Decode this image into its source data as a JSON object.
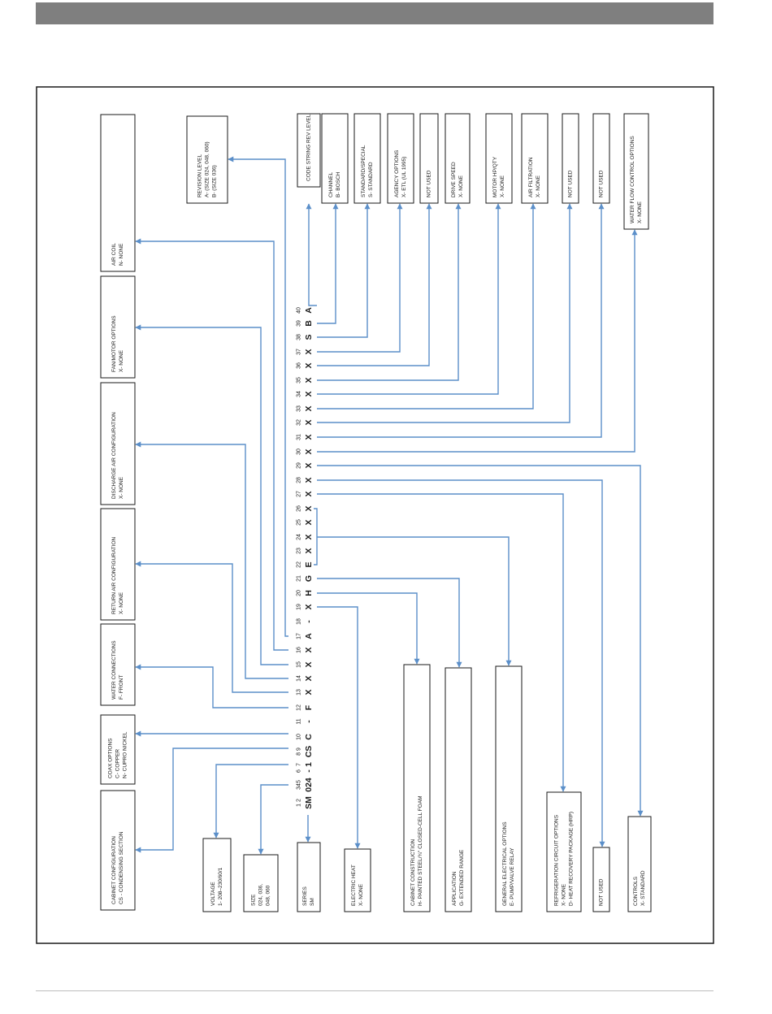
{
  "code": {
    "positions": [
      "1 2",
      "345",
      "6",
      "7",
      "8 9",
      "10",
      "11",
      "12",
      "13",
      "14",
      "15",
      "16",
      "17",
      "18",
      "19",
      "20",
      "21",
      "22",
      "23",
      "24",
      "25",
      "26",
      "27",
      "28",
      "29",
      "30",
      "31",
      "32",
      "33",
      "34",
      "35",
      "36",
      "37",
      "38",
      "39",
      "40"
    ],
    "letters": [
      "SM",
      "024",
      "-",
      "1",
      "CS",
      "C",
      "-",
      "F",
      "X",
      "X",
      "X",
      "X",
      "A",
      "-",
      "X",
      "H",
      "G",
      "E",
      "X",
      "X",
      "X",
      "X",
      "X",
      "X",
      "X",
      "X",
      "X",
      "X",
      "X",
      "X",
      "X",
      "X",
      "X",
      "S",
      "B",
      "A"
    ]
  },
  "boxes": [
    {
      "id": "cabinet-configuration",
      "lines": [
        "CABINET CONFIGURATION",
        "CS - CONDENSING SECTION"
      ]
    },
    {
      "id": "coax-options",
      "lines": [
        "COAX OPTIONS",
        "C- COPPER",
        "N- CUPRO NICKEL"
      ]
    },
    {
      "id": "water-connections",
      "lines": [
        "WATER CONNECTIONS",
        "F- FRONT"
      ]
    },
    {
      "id": "return-air-configuration",
      "lines": [
        "RETURN AIR CONFIGURATION",
        "X- NONE"
      ]
    },
    {
      "id": "discharge-air-configuration",
      "lines": [
        "DISCHARGE AIR CONFIGURATION",
        "X- NONE"
      ]
    },
    {
      "id": "fan-motor-options",
      "lines": [
        "FAN/MOTOR OPTIONS",
        "X- NONE"
      ]
    },
    {
      "id": "air-coil",
      "lines": [
        "AIR COIL",
        "N- NONE"
      ]
    },
    {
      "id": "revision-level",
      "lines": [
        "REVISION LEVEL",
        "A- (SIZE 024, 048, 060)",
        "B- (SIZE 036)"
      ]
    },
    {
      "id": "code-string-rev-level",
      "lines": [
        "CODE STRING REV LEVEL"
      ]
    },
    {
      "id": "channel",
      "lines": [
        "CHANNEL",
        "B- BOSCH"
      ]
    },
    {
      "id": "standard-special",
      "lines": [
        "STANDARD/SPECIAL",
        "S- STANDARD"
      ]
    },
    {
      "id": "agency-options",
      "lines": [
        "AGENCY OPTIONS",
        "X- ETL (UL 1995)"
      ]
    },
    {
      "id": "not-used-36",
      "lines": [
        "NOT USED"
      ]
    },
    {
      "id": "drive-speed",
      "lines": [
        "DRIVE SPEED",
        "X- NONE"
      ]
    },
    {
      "id": "motor-hp-qty",
      "lines": [
        "MOTOR HP/QTY",
        "X- NONE"
      ]
    },
    {
      "id": "air-filtration",
      "lines": [
        "AIR FILTRATION",
        "X- NONE"
      ]
    },
    {
      "id": "not-used-32",
      "lines": [
        "NOT USED"
      ]
    },
    {
      "id": "not-used-31",
      "lines": [
        "NOT USED"
      ]
    },
    {
      "id": "water-flow-control-options",
      "lines": [
        "WATER FLOW CONTROL OPTIONS",
        "X- NONE"
      ]
    },
    {
      "id": "voltage",
      "lines": [
        "VOLTAGE",
        "1- 208–230/60/1"
      ]
    },
    {
      "id": "size",
      "lines": [
        "SIZE",
        "024, 036,",
        "048, 060"
      ]
    },
    {
      "id": "series",
      "lines": [
        "SERIES",
        "SM"
      ]
    },
    {
      "id": "electric-heat",
      "lines": [
        "ELECTRIC HEAT",
        "X- NONE"
      ]
    },
    {
      "id": "cabinet-construction",
      "lines": [
        "CABINET CONSTRUCTION",
        "H- PAINTED STEEL/¾\" CLOSED-CELL FOAM"
      ]
    },
    {
      "id": "application",
      "lines": [
        "APPLICATION",
        "G- EXTENDED RANGE"
      ]
    },
    {
      "id": "general-electrical-options",
      "lines": [
        "GENERAL ELECTRICAL OPTIONS",
        "E- PUMP/VALVE RELAY"
      ]
    },
    {
      "id": "refrigeration-circuit-options",
      "lines": [
        "REFRIGERATION CIRCUIT OPTIONS",
        "X- NONE",
        "D- HEAT RECOVERY PACKAGE (HRP)"
      ]
    },
    {
      "id": "not-used-28",
      "lines": [
        "NOT USED"
      ]
    },
    {
      "id": "controls",
      "lines": [
        "CONTROLS",
        "X- STANDARD"
      ]
    }
  ],
  "colors": {
    "arrow": "#5b8fc9",
    "header": "#7f7f7f",
    "border": "#1a1a1a",
    "text": "#1a1a1a"
  }
}
